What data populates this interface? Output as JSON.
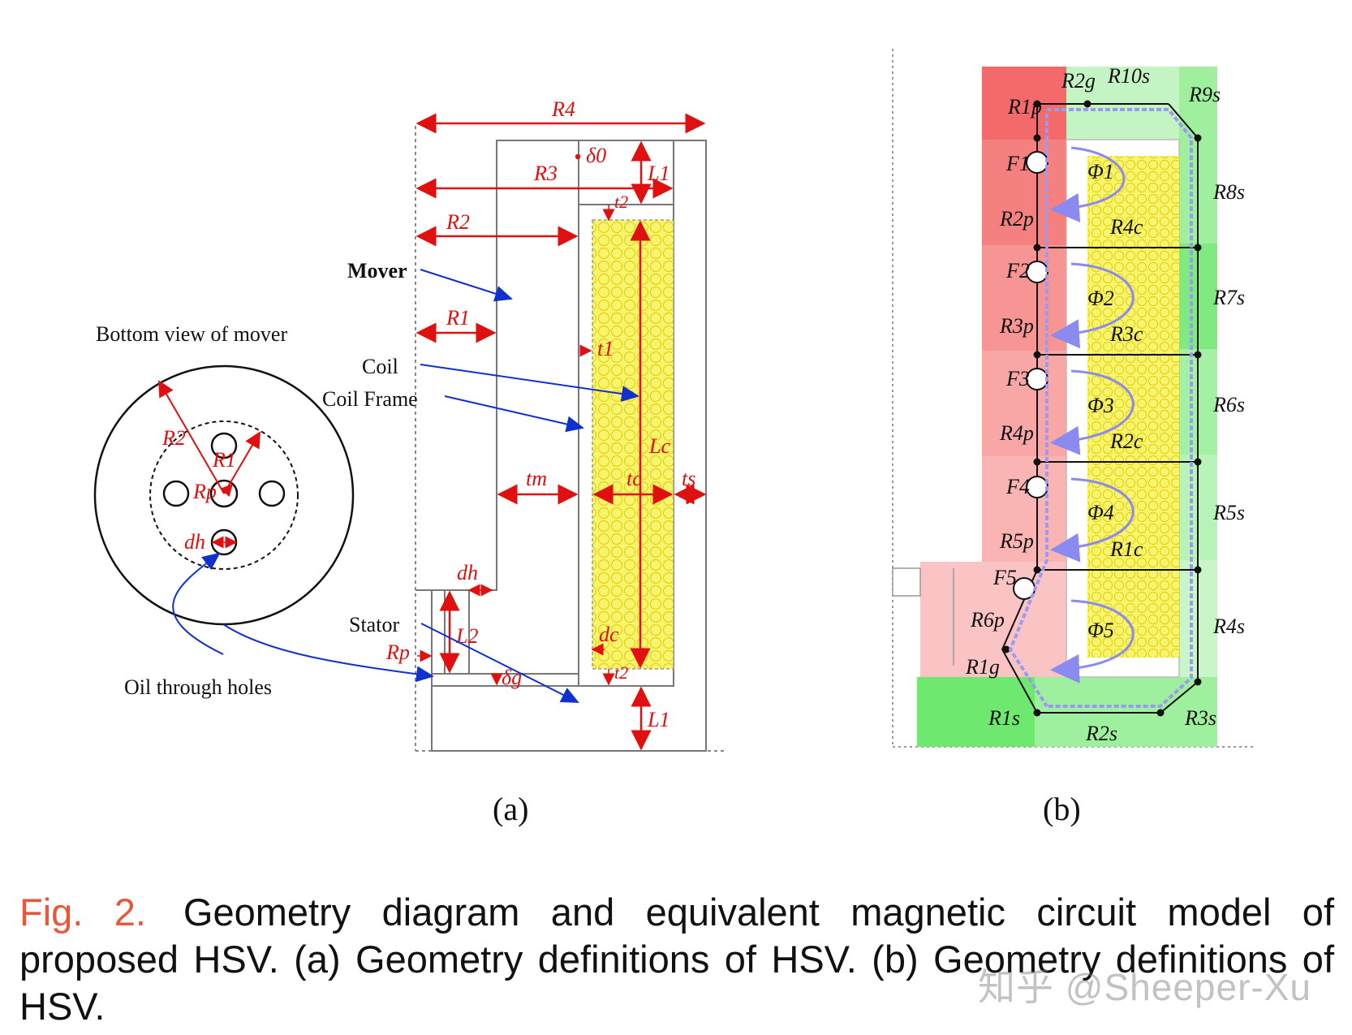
{
  "panel_a": {
    "label": "(a)",
    "annotations": {
      "mover": "Mover",
      "bottom_view": "Bottom view of mover",
      "coil": "Coil",
      "coil_frame": "Coil Frame",
      "stator": "Stator",
      "oil_holes": "Oil through holes"
    },
    "dims": {
      "R4": "R4",
      "R3": "R3",
      "R2": "R2",
      "R1": "R1",
      "delta0": "δ0",
      "L1_top": "L1",
      "t2_top": "t2",
      "t1": "t1",
      "Lc": "Lc",
      "tm": "tm",
      "tc": "tc",
      "ts": "ts",
      "dh_top": "dh",
      "L2": "L2",
      "Rp": "Rp",
      "dc": "dc",
      "t2_bot": "t2",
      "deltag": "δg",
      "L1_bot": "L1",
      "circle_R2": "R2",
      "circle_R1": "R1",
      "circle_Rp": "Rp",
      "circle_dh": "dh"
    }
  },
  "panel_b": {
    "label": "(b)",
    "labels": {
      "R2g": "R2g",
      "R10s": "R10s",
      "R9s": "R9s",
      "R1p": "R1p",
      "F1": "F1",
      "F2": "F2",
      "F3": "F3",
      "F4": "F4",
      "F5": "F5",
      "R8s": "R8s",
      "R7s": "R7s",
      "R6s": "R6s",
      "R5s": "R5s",
      "R4s": "R4s",
      "R3s": "R3s",
      "R2p": "R2p",
      "R3p": "R3p",
      "R4p": "R4p",
      "R5p": "R5p",
      "R6p": "R6p",
      "R4c": "R4c",
      "R3c": "R3c",
      "R2c": "R2c",
      "R1c": "R1c",
      "Phi1": "Φ1",
      "Phi2": "Φ2",
      "Phi3": "Φ3",
      "Phi4": "Φ4",
      "Phi5": "Φ5",
      "R1g": "R1g",
      "R1s": "R1s",
      "R2s": "R2s"
    }
  },
  "caption": {
    "fig_number": "Fig. 2.",
    "text": "Geometry diagram and equivalent magnetic circuit model of proposed HSV. (a) Geometry definitions of HSV. (b) Geometry definitions of HSV."
  },
  "watermark": "知乎 @Sheeper-Xu",
  "colors": {
    "dimension_red": "#e01010",
    "arrow_blue": "#1030d0",
    "coil_yellow": "#f6f27a",
    "mover_red": "#f46a6a",
    "stator_green": "#7ee67e",
    "flux_lavender": "#9a9af0",
    "caption_fig_orange": "#e8573a"
  }
}
